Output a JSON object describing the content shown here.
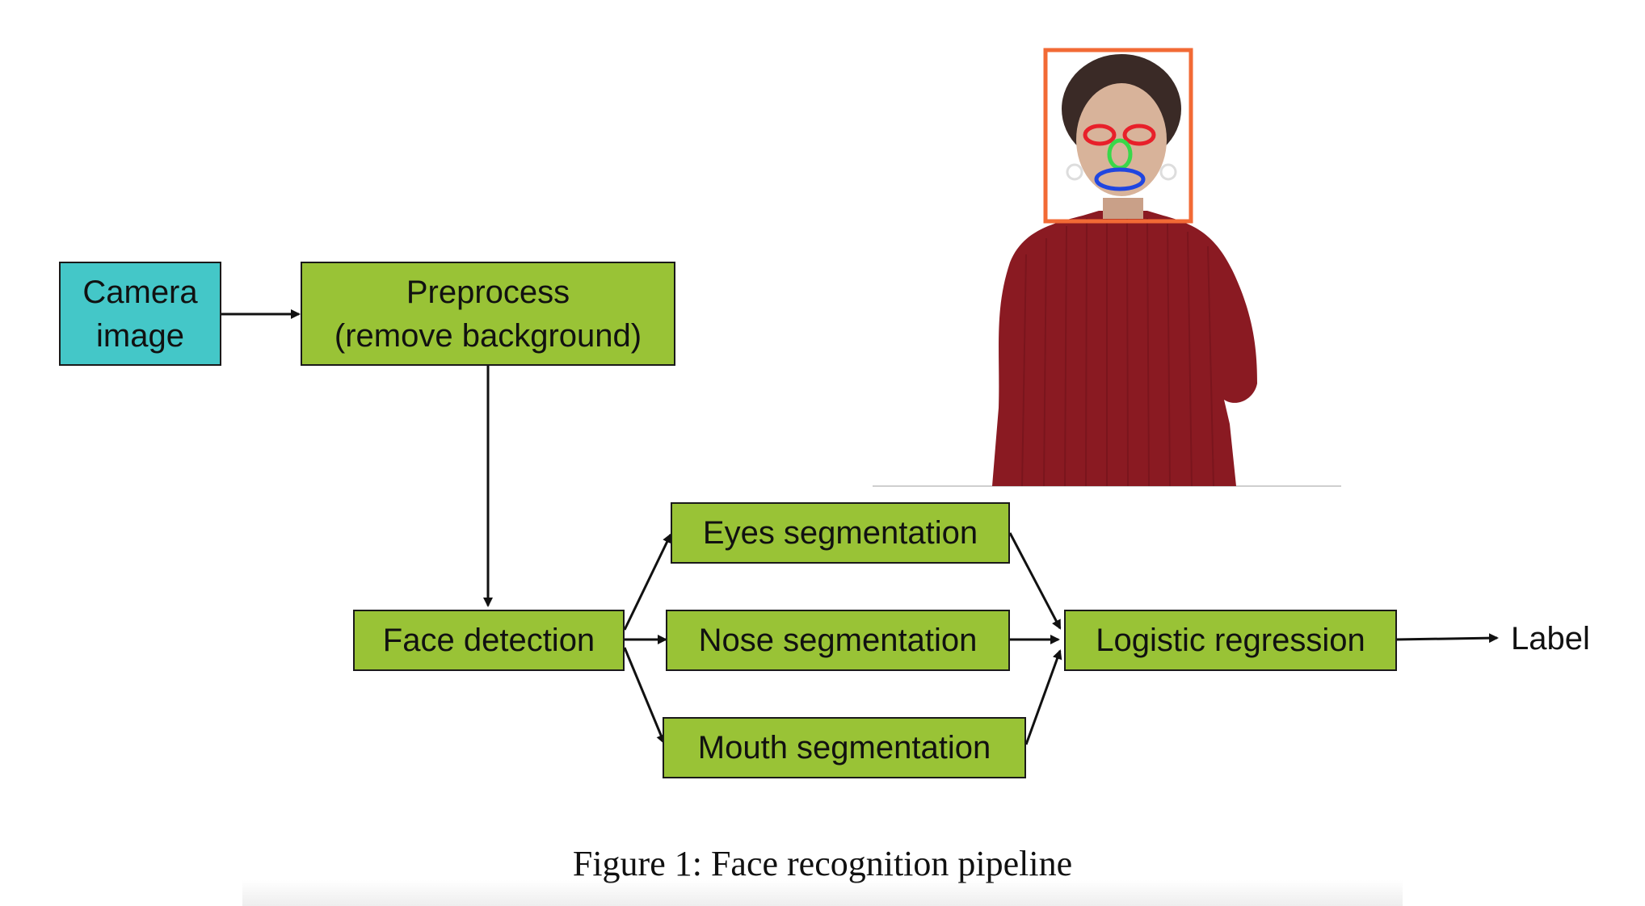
{
  "nodes": {
    "camera": {
      "line1": "Camera",
      "line2": "image"
    },
    "preprocess": {
      "line1": "Preprocess",
      "line2": "(remove background)"
    },
    "face_detection": {
      "label": "Face detection"
    },
    "eyes": {
      "label": "Eyes segmentation"
    },
    "nose": {
      "label": "Nose segmentation"
    },
    "mouth": {
      "label": "Mouth segmentation"
    },
    "logistic": {
      "label": "Logistic regression"
    }
  },
  "output_label": "Label",
  "caption": "Figure 1: Face recognition pipeline",
  "colors": {
    "process_box": "#99c336",
    "input_box": "#44c7c8",
    "face_bbox": "#f26a35",
    "eyes_marker": "#e8202a",
    "nose_marker": "#39d84a",
    "mouth_marker": "#2046e0",
    "sweater": "#8a1a22"
  }
}
